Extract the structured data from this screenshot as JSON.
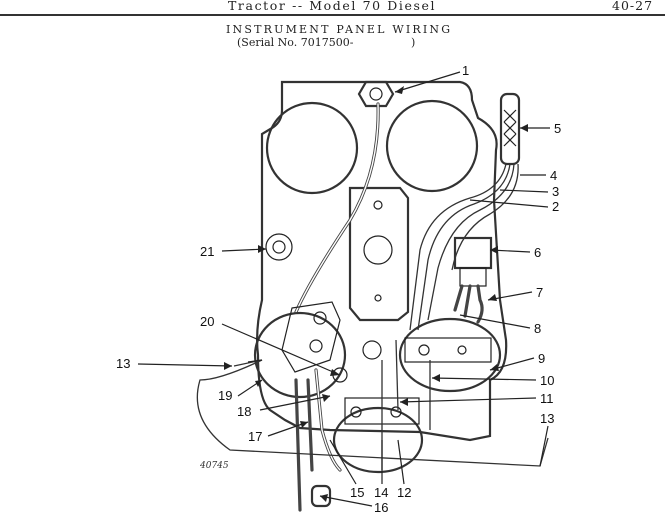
{
  "header": {
    "title": "Tractor -- Model 70 Diesel",
    "page_number": "40-27",
    "subtitle": "INSTRUMENT PANEL WIRING",
    "serial": "(Serial No. 7017500-",
    "serial_close": ")"
  },
  "figure_id": "40745",
  "callouts": [
    "1",
    "2",
    "3",
    "4",
    "5",
    "6",
    "7",
    "8",
    "9",
    "10",
    "11",
    "12",
    "13",
    "13",
    "14",
    "15",
    "16",
    "17",
    "18",
    "19",
    "20",
    "21"
  ]
}
